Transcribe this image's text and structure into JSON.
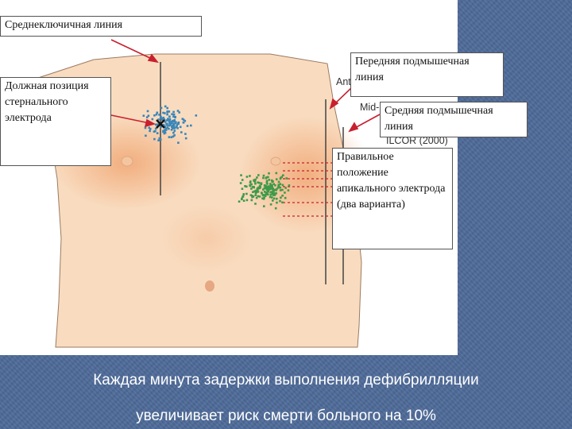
{
  "labels": {
    "midclavicular": "Среднеключичная линия",
    "sternal_position": "Должная позиция стернального электрода",
    "anterior_axillary": "Передняя подмышечная линия",
    "mid_axillary": "Средняя подмышечная линия",
    "apical_position": "Правильное положение апикального электрода (два варианта)"
  },
  "figure_text": {
    "ant_partial": "Ant",
    "mid_partial": "Mid-",
    "ilcor": "ILCOR (2000)"
  },
  "caption": {
    "line1": "Каждая минута задержки выполнения дефибрилляции",
    "line2": "увеличивает риск смерти больного на 10%"
  },
  "colors": {
    "skin": "#f9dcc0",
    "skin_shade": "#f2b487",
    "sternal_dots": "#3a86b8",
    "apical_dots": "#3f9a4a",
    "arrows": "#c8202f",
    "background": "#4d6a99"
  }
}
